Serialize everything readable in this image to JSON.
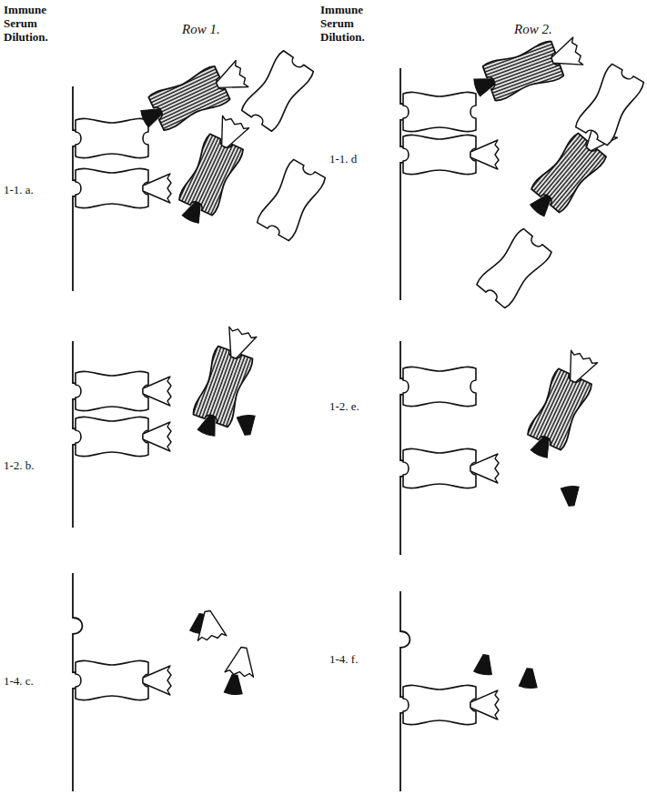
{
  "diagram": {
    "labels": [
      "Immune Serum Dilution.",
      "Row 1.",
      "Immune Serum Dilution.",
      "Row 2.",
      "1-1. a.",
      "1-2. b.",
      "1-4. c.",
      "1-1. d",
      "1-2. e.",
      "1-4. f."
    ]
  }
}
